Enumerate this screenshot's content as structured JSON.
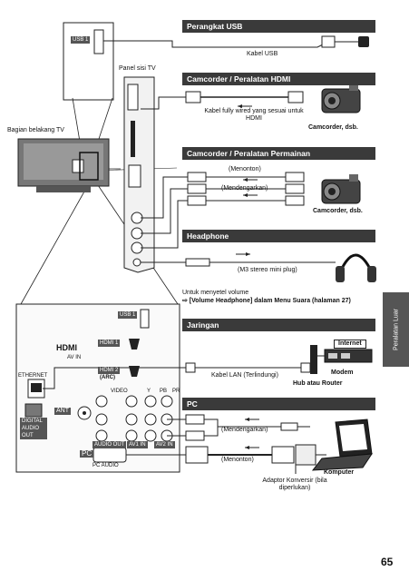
{
  "sections": {
    "usb": {
      "title": "Perangkat USB",
      "cable": "Kabel USB"
    },
    "hdmi": {
      "title": "Camcorder / Peralatan HDMI",
      "cable": "Kabel fully wired yang sesuai untuk HDMI",
      "device": "Camcorder, dsb."
    },
    "av": {
      "title": "Camcorder / Peralatan Permainan",
      "video": "(Menonton)",
      "audio": "(Mendengarkan)",
      "device": "Camcorder, dsb."
    },
    "headphone": {
      "title": "Headphone",
      "cable": "(M3 stereo mini plug)"
    },
    "volume_note": {
      "line1": "Untuk menyetel volume",
      "line2": "⇨ [Volume Headphone] dalam Menu Suara (halaman 27)"
    },
    "network": {
      "title": "Jaringan",
      "cable": "Kabel LAN (Terlindungi)",
      "internet": "Internet",
      "modem": "Modem",
      "router": "Hub atau Router"
    },
    "pc": {
      "title": "PC",
      "audio": "(Mendengarkan)",
      "video": "(Menonton)",
      "adapter": "Adaptor Konversir (bila diperlukan)",
      "computer": "Komputer"
    }
  },
  "labels": {
    "side_panel": "Panel sisi TV",
    "rear_panel": "Bagian belakang TV",
    "usb1": "USB 1",
    "usb1_rear": "USB 1",
    "hdmi_logo": "HDMI",
    "av_in": "AV IN",
    "hdmi1": "HDMI 1",
    "hdmi2": "HDMI 2",
    "arc": "(ARC)",
    "ethernet": "ETHERNET",
    "digital_audio": "DIGITAL AUDIO OUT",
    "ant": "ANT",
    "audio_out": "AUDIO OUT",
    "av1_in": "AV1 IN",
    "av2_in": "AV2 IN",
    "pc": "PC",
    "pc_audio": "PC AUDIO",
    "video": "VIDEO",
    "y": "Y",
    "pb": "PB",
    "pr": "PR"
  },
  "side_tab": "Peralatan Luar",
  "page_number": "65"
}
